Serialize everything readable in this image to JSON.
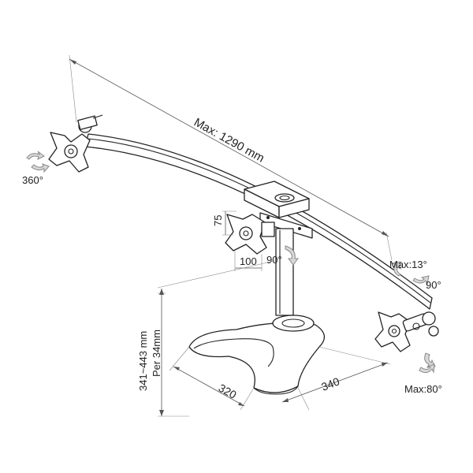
{
  "labels": {
    "max_span": "Max: 1290 mm",
    "rotate_360": "360°",
    "vesa_75": "75",
    "vesa_100": "100",
    "swivel_90_center": "90°",
    "tilt_max_13": "Max:13°",
    "swivel_90_right": "90°",
    "tilt_max_80": "Max:80°",
    "height_range": "341~443 mm",
    "height_step": "Per 34mm",
    "base_depth": "320",
    "base_width": "340"
  },
  "colors": {
    "ink": "#222222",
    "dimension": "#555555",
    "rotation_arrow": "#d9d9d9"
  },
  "icons": [
    "rotate-arrow-icon",
    "vesa-plate-icon",
    "monitor-stand-icon"
  ]
}
